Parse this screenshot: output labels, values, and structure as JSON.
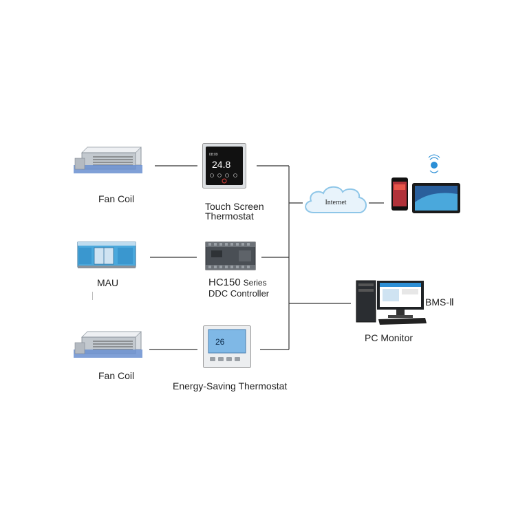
{
  "labels": {
    "fan_coil_top": "Fan Coil",
    "touch_screen_line1": "Touch Screen",
    "touch_screen_line2": "Thermostat",
    "mau": "MAU",
    "hc150_main": "HC150",
    "hc150_series": "Series",
    "ddc_controller": "DDC Controller",
    "fan_coil_bottom": "Fan Coil",
    "energy_saving": "Energy-Saving Thermostat",
    "internet": "Internet",
    "bms": "BMS-Ⅱ",
    "pc_monitor": "PC Monitor"
  },
  "thermostat_touch": {
    "temp": "24.8",
    "time": "08:09"
  },
  "thermostat_energy": {
    "temp": "26"
  },
  "colors": {
    "wire": "#333333",
    "cloud_fill": "#e8f3fb",
    "cloud_stroke": "#8ec6e8",
    "mau_blue": "#4aa8dc",
    "fancoil_metal": "#c9cfd6",
    "fancoil_base": "#6a8fd0"
  }
}
